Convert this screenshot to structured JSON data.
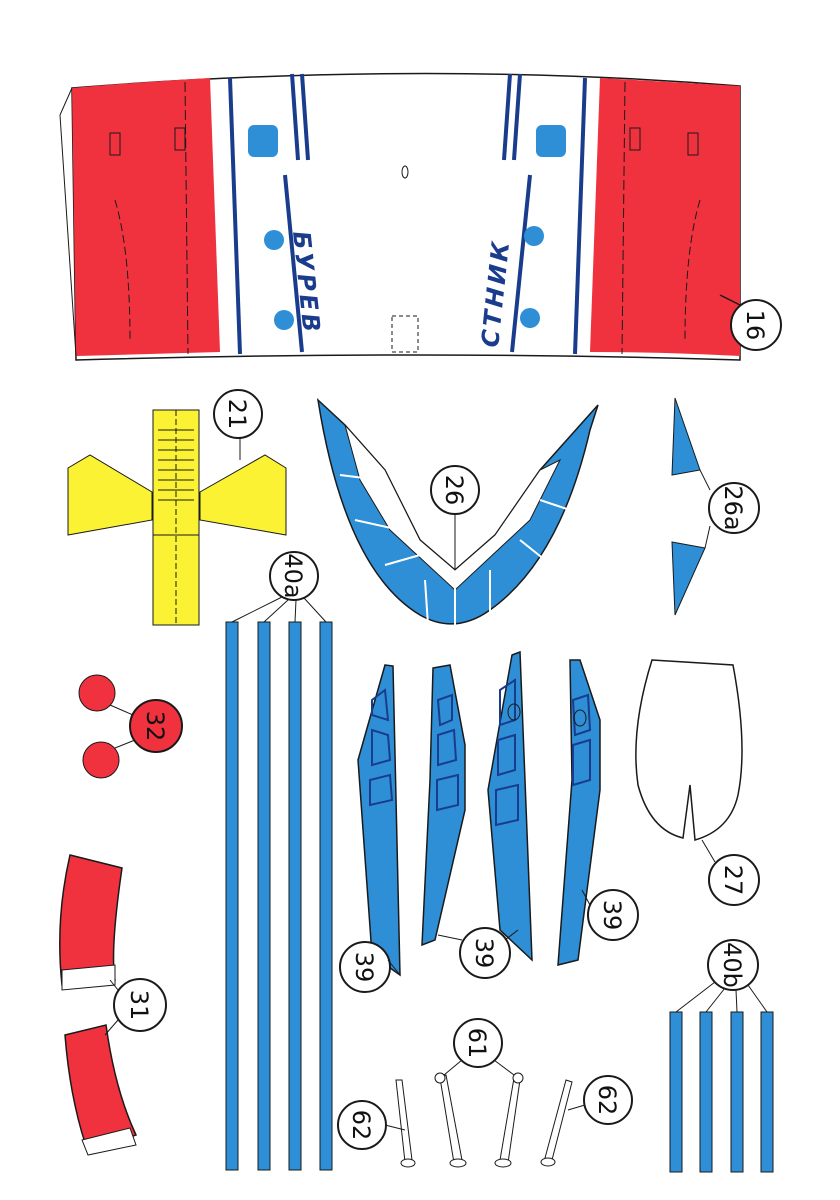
{
  "sheet": {
    "colors": {
      "red": "#f0323f",
      "blue": "#2e8fd6",
      "dark_blue": "#1a3c8c",
      "yellow": "#fbf233",
      "outline": "#1a1a1a",
      "paper": "#ffffff"
    },
    "fuselage_text_left": "БУРЕВ",
    "fuselage_text_right": "СТНИК",
    "parts": [
      {
        "id": "fuselage-top",
        "label": "16",
        "color": "red/white/blue"
      },
      {
        "id": "tail-unit",
        "label": "21",
        "color": "yellow"
      },
      {
        "id": "wing-center",
        "label": "26",
        "color": "blue"
      },
      {
        "id": "wing-tips",
        "label": "26a",
        "color": "blue"
      },
      {
        "id": "long-strips",
        "label": "40a",
        "color": "blue"
      },
      {
        "id": "discs",
        "label": "32",
        "color": "red"
      },
      {
        "id": "nacelle-panels",
        "labels": [
          "39",
          "39",
          "39"
        ],
        "color": "blue"
      },
      {
        "id": "nose-cone",
        "label": "27",
        "color": "white"
      },
      {
        "id": "curved-strips",
        "label": "31",
        "color": "red"
      },
      {
        "id": "short-strips",
        "label": "40b",
        "color": "blue"
      },
      {
        "id": "gear-struts-center",
        "label": "61",
        "color": "white"
      },
      {
        "id": "gear-struts-side",
        "labels": [
          "62",
          "62"
        ],
        "color": "white"
      }
    ]
  }
}
